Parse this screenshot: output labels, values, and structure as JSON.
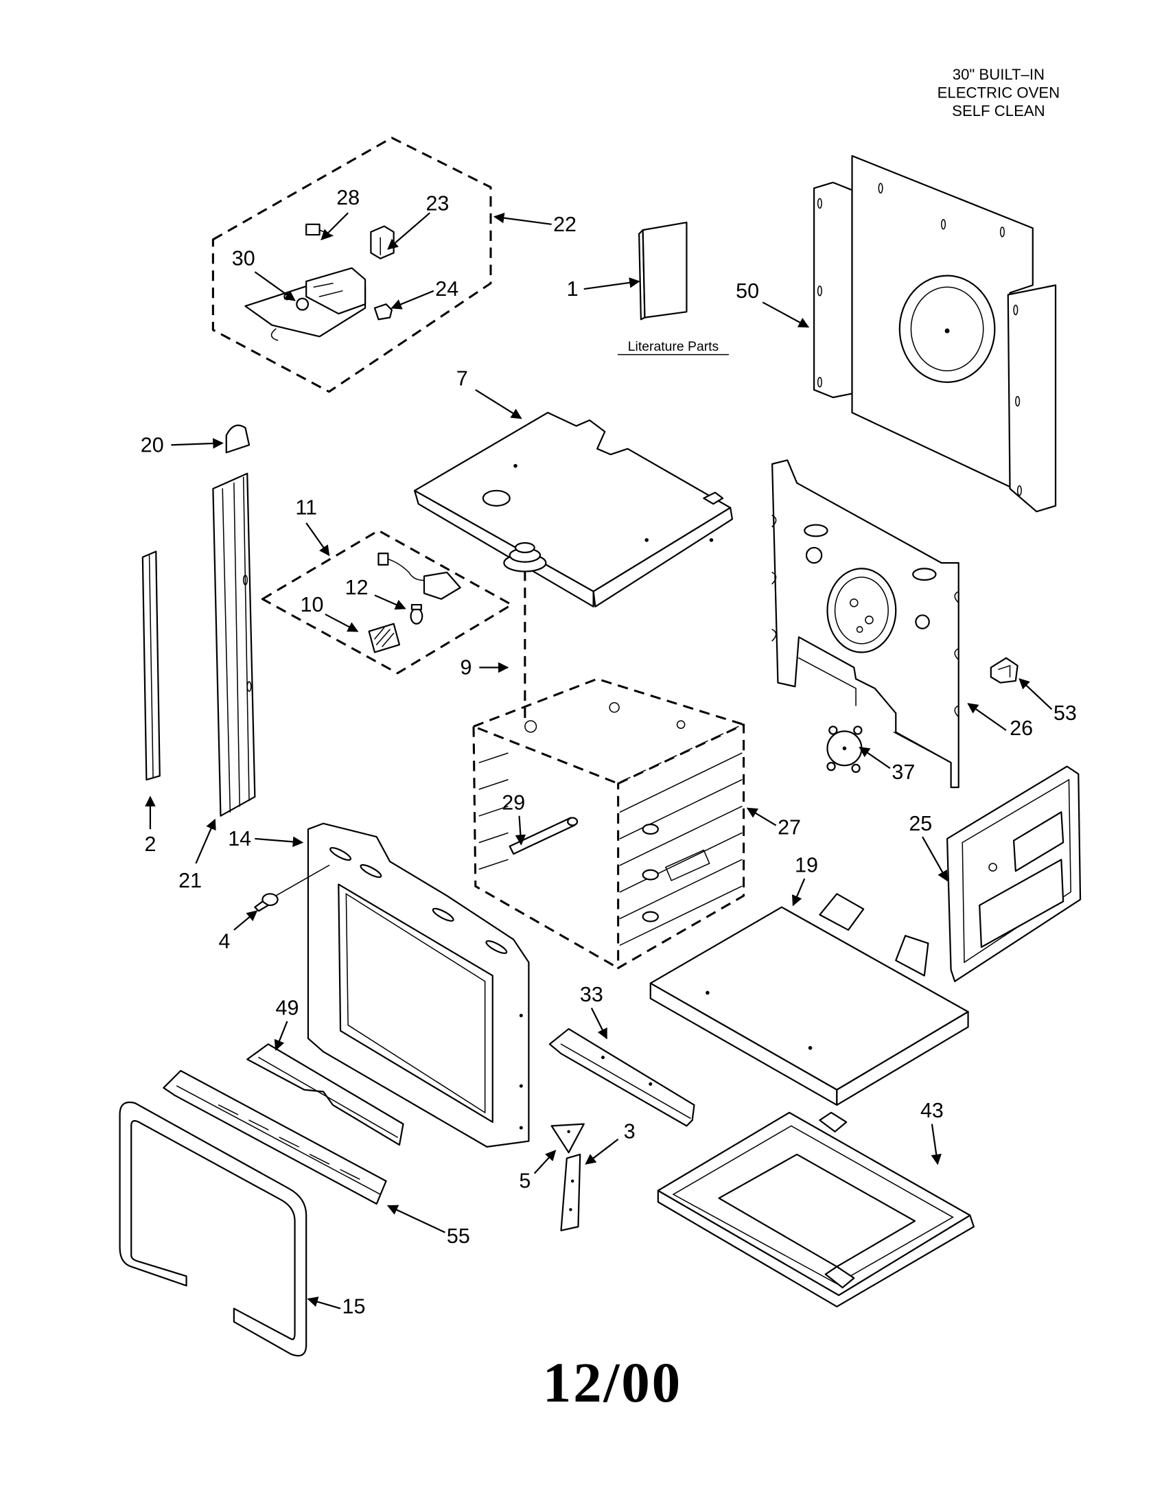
{
  "header": {
    "line1": "30\" BUILT–IN",
    "line2": "ELECTRIC OVEN",
    "line3": "SELF CLEAN"
  },
  "literature_label": "Literature Parts",
  "date_code": "12/00",
  "callouts": {
    "n1": "1",
    "n2": "2",
    "n3": "3",
    "n4": "4",
    "n5": "5",
    "n7": "7",
    "n9": "9",
    "n10": "10",
    "n11": "11",
    "n12": "12",
    "n14": "14",
    "n15": "15",
    "n19": "19",
    "n20": "20",
    "n21": "21",
    "n22": "22",
    "n23": "23",
    "n24": "24",
    "n25": "25",
    "n26": "26",
    "n27": "27",
    "n28": "28",
    "n29": "29",
    "n30": "30",
    "n33": "33",
    "n37": "37",
    "n43": "43",
    "n49": "49",
    "n50": "50",
    "n53": "53",
    "n55": "55"
  }
}
